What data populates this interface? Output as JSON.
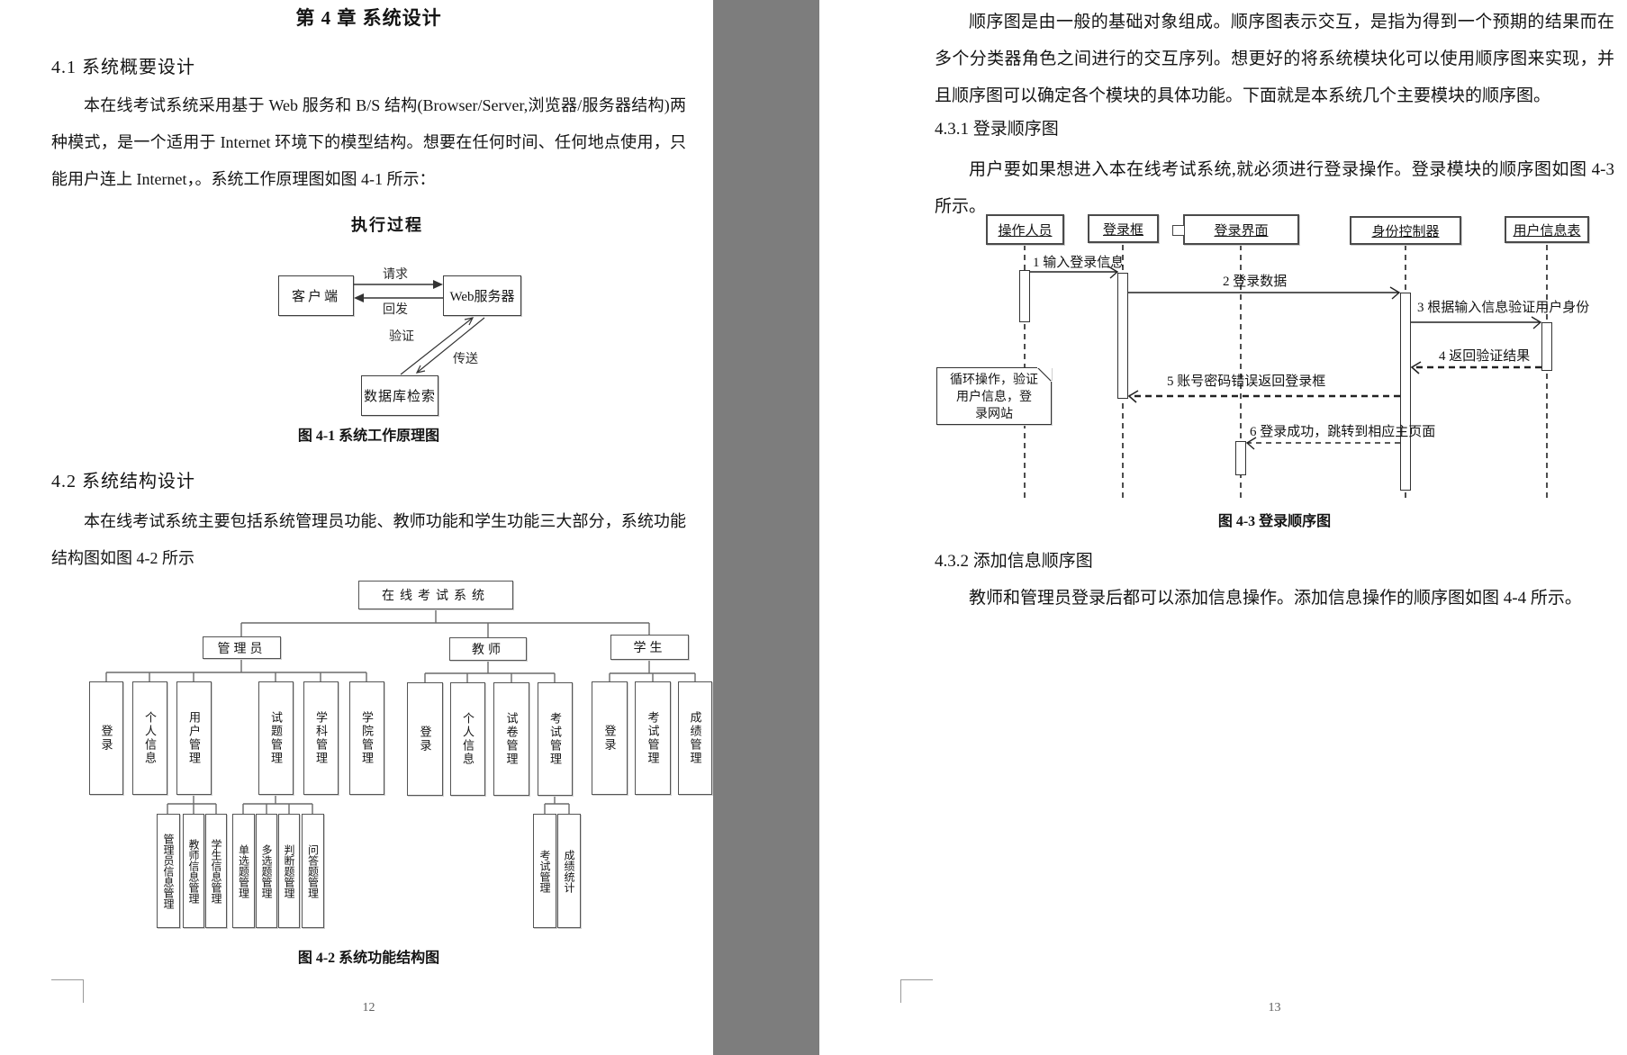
{
  "left_page": {
    "chapter_title": "第 4 章 系统设计",
    "s41": {
      "heading": "4.1  系统概要设计",
      "lines": [
        "本在线考试系统采用基于 Web 服务和 B/S 结构(Browser/Server,浏览器/服务器结构)两",
        "种模式，是一个适用于 Internet 环境下的模型结构。想要在任何时间、任何地点使用，只",
        "能用户连上 Internet，。系统工作原理图如图 4-1 所示："
      ]
    },
    "fig1": {
      "title": "执行过程",
      "client": "客户端",
      "server": "Web服务器",
      "database": "数据库检索",
      "label_request": "请求",
      "label_response": "回发",
      "label_verify": "验证",
      "label_send": "传送",
      "caption": "图 4-1 系统工作原理图"
    },
    "s42": {
      "heading": "4.2  系统结构设计",
      "lines": [
        "本在线考试系统主要包括系统管理员功能、教师功能和学生功能三大部分，系统功能",
        "结构图如图 4-2 所示"
      ]
    },
    "fig2": {
      "root": "在线考试系统",
      "l2": [
        "管理员",
        "教师",
        "学生"
      ],
      "l3": [
        "登录",
        "个人信息",
        "用户管理",
        "试题管理",
        "学科管理",
        "学院管理",
        "登录",
        "个人信息",
        "试卷管理",
        "考试管理",
        "登录",
        "考试管理",
        "成绩管理"
      ],
      "l4": [
        "管理员信息管理",
        "教师信息管理",
        "学生信息管理",
        "单选题管理",
        "多选题管理",
        "判断题管理",
        "问答题管理",
        "考试管理",
        "成绩统计"
      ],
      "caption": "图 4-2   系统功能结构图"
    },
    "page_number": "12"
  },
  "right_page": {
    "p1_lines": [
      "顺序图是由一般的基础对象组成。顺序图表示交互，是指为得到一个预期的结果而在",
      "多个分类器角色之间进行的交互序列。想更好的将系统模块化可以使用顺序图来实现，并",
      "且顺序图可以确定各个模块的具体功能。下面就是本系统几个主要模块的顺序图。"
    ],
    "s431": {
      "heading": "4.3.1 登录顺序图",
      "lines": [
        "用户要如果想进入本在线考试系统,就必须进行登录操作。登录模块的顺序图如图 4-3",
        "所示。"
      ]
    },
    "fig3": {
      "actors": [
        "操作人员",
        "登录框",
        "登录界面",
        "身份控制器",
        "用户信息表"
      ],
      "messages": [
        "1 输入登录信息",
        "2 登录数据",
        "3 根据输入信息验证用户身份",
        "4 返回验证结果",
        "5 账号密码错误返回登录框",
        "6 登录成功，跳转到相应主页面"
      ],
      "note_lines": [
        "循环操作，验证",
        "用户信息，登",
        "录网站"
      ],
      "caption": "图  4-3  登录顺序图"
    },
    "s432": {
      "heading": "4.3.2 添加信息顺序图",
      "line": "教师和管理员登录后都可以添加信息操作。添加信息操作的顺序图如图 4-4 所示。"
    },
    "page_number": "13"
  }
}
